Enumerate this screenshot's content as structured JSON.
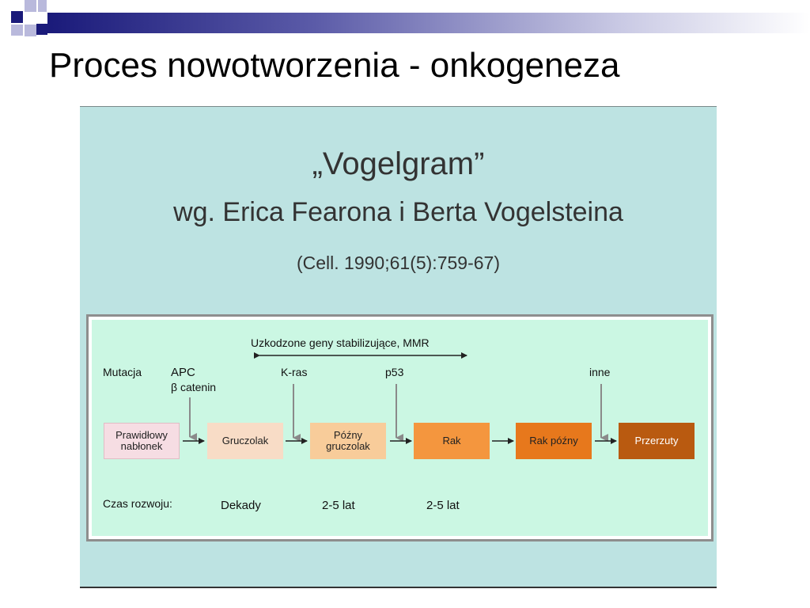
{
  "slide": {
    "title": "Proces nowotworzenia - onkogeneza"
  },
  "figure": {
    "title": "„Vogelgram”",
    "subtitle": "wg. Erica Fearona i Berta Vogelsteina",
    "citation": "(Cell. 1990;61(5):759-67)",
    "mmr_label": "Uzkodzone geny stabilizujące, MMR",
    "mutation_label": "Mutacja",
    "mutations": {
      "apc": "APC",
      "catenin": "β catenin",
      "kras": "K-ras",
      "p53": "p53",
      "inne": "inne"
    },
    "stages": [
      {
        "label": "Prawidłowy\nnabłonek",
        "fill": "#f6dde3",
        "text_color": "#222222"
      },
      {
        "label": "Gruczolak",
        "fill": "#f8dcc6",
        "text_color": "#222222"
      },
      {
        "label": "Późny\ngruczolak",
        "fill": "#f8cc9a",
        "text_color": "#222222"
      },
      {
        "label": "Rak",
        "fill": "#f4963e",
        "text_color": "#222222"
      },
      {
        "label": "Rak późny",
        "fill": "#e7781c",
        "text_color": "#222222"
      },
      {
        "label": "Przerzuty",
        "fill": "#b95a10",
        "text_color": "#ffffff"
      }
    ],
    "time_label": "Czas rozwoju:",
    "times": [
      "Dekady",
      "2-5 lat",
      "2-5 lat"
    ]
  },
  "colors": {
    "figure_background": "#bde3e2",
    "panel_background": "#cbf7e3",
    "accent_navy": "#1a1a7a"
  }
}
